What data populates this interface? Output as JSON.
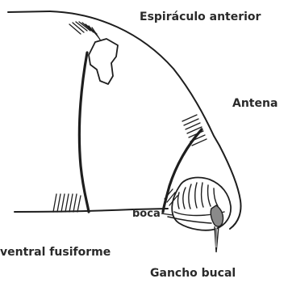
{
  "labels": {
    "espiraculo_anterior": "Espiráculo anterior",
    "antena": "Antena",
    "boca": "boca",
    "ventral_fusiforme": "ventral fusiforme",
    "gancho_bucal": "Gancho bucal"
  },
  "colors": {
    "line": "#1e1e1e",
    "hook": "#8a8a8a",
    "text": "#2a2a2a"
  }
}
